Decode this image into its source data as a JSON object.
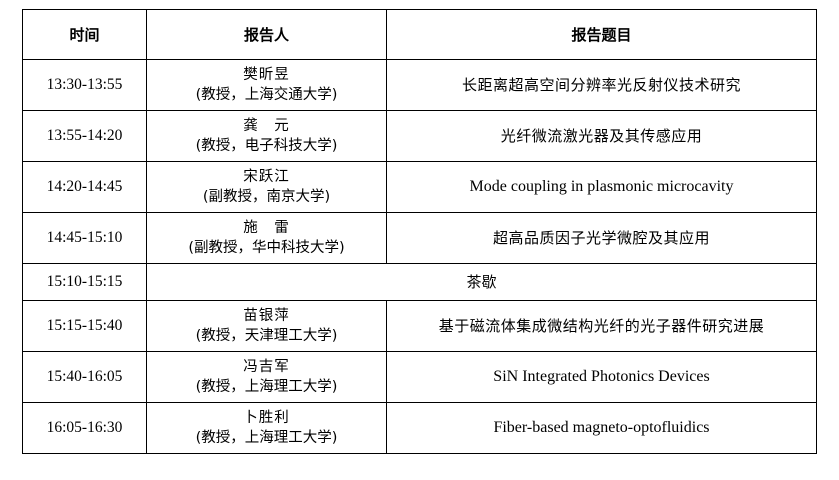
{
  "headers": {
    "time": "时间",
    "speaker": "报告人",
    "title": "报告题目"
  },
  "rows": [
    {
      "time": "13:30-13:55",
      "name": "樊昕昱",
      "affiliation": "(教授，上海交通大学)",
      "title": "长距离超高空间分辨率光反射仪技术研究"
    },
    {
      "time": "13:55-14:20",
      "name": "龚　元",
      "affiliation": "(教授，电子科技大学)",
      "title": "光纤微流激光器及其传感应用"
    },
    {
      "time": "14:20-14:45",
      "name": "宋跃江",
      "affiliation": "(副教授，南京大学)",
      "title": "Mode coupling in plasmonic microcavity"
    },
    {
      "time": "14:45-15:10",
      "name": "施　雷",
      "affiliation": "(副教授，华中科技大学)",
      "title": "超高品质因子光学微腔及其应用"
    },
    {
      "time": "15:15-15:40",
      "name": "苗银萍",
      "affiliation": "(教授，天津理工大学)",
      "title": "基于磁流体集成微结构光纤的光子器件研究进展"
    },
    {
      "time": "15:40-16:05",
      "name": "冯吉军",
      "affiliation": "(教授，上海理工大学)",
      "title": "SiN Integrated Photonics Devices"
    },
    {
      "time": "16:05-16:30",
      "name": "卜胜利",
      "affiliation": "(教授，上海理工大学)",
      "title": "Fiber-based magneto-optofluidics"
    }
  ],
  "break": {
    "time": "15:10-15:15",
    "label": "茶歇"
  }
}
